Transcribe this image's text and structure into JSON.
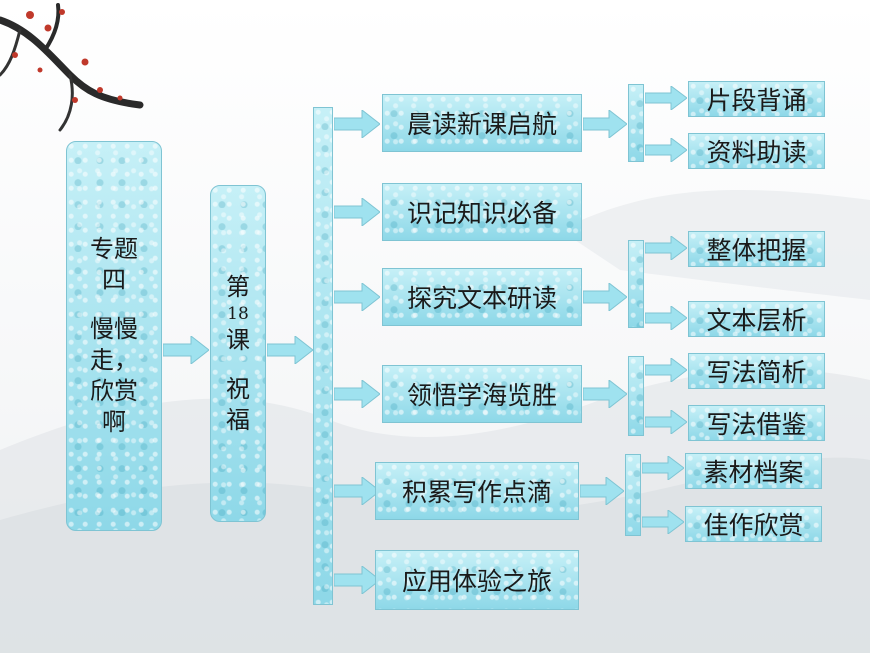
{
  "topic": {
    "lines": [
      "专题",
      "四",
      "",
      "慢慢",
      "走，",
      "欣赏",
      "啊"
    ]
  },
  "lesson": {
    "lines": [
      "第",
      "18",
      "课",
      "",
      "祝",
      "福"
    ]
  },
  "sections": [
    {
      "label": "晨读新课启航",
      "subs": [
        "片段背诵",
        "资料助读"
      ]
    },
    {
      "label": "识记知识必备",
      "subs": []
    },
    {
      "label": "探究文本研读",
      "subs": [
        "整体把握",
        "文本层析"
      ]
    },
    {
      "label": "领悟学海览胜",
      "subs": [
        "写法简析",
        "写法借鉴"
      ]
    },
    {
      "label": "积累写作点滴",
      "subs": [
        "素材档案",
        "佳作欣赏"
      ]
    },
    {
      "label": "应用体验之旅",
      "subs": []
    }
  ],
  "colors": {
    "tile": "#9fe2ef",
    "tile_border": "#7fc4d3",
    "text": "#1a1a1a"
  }
}
